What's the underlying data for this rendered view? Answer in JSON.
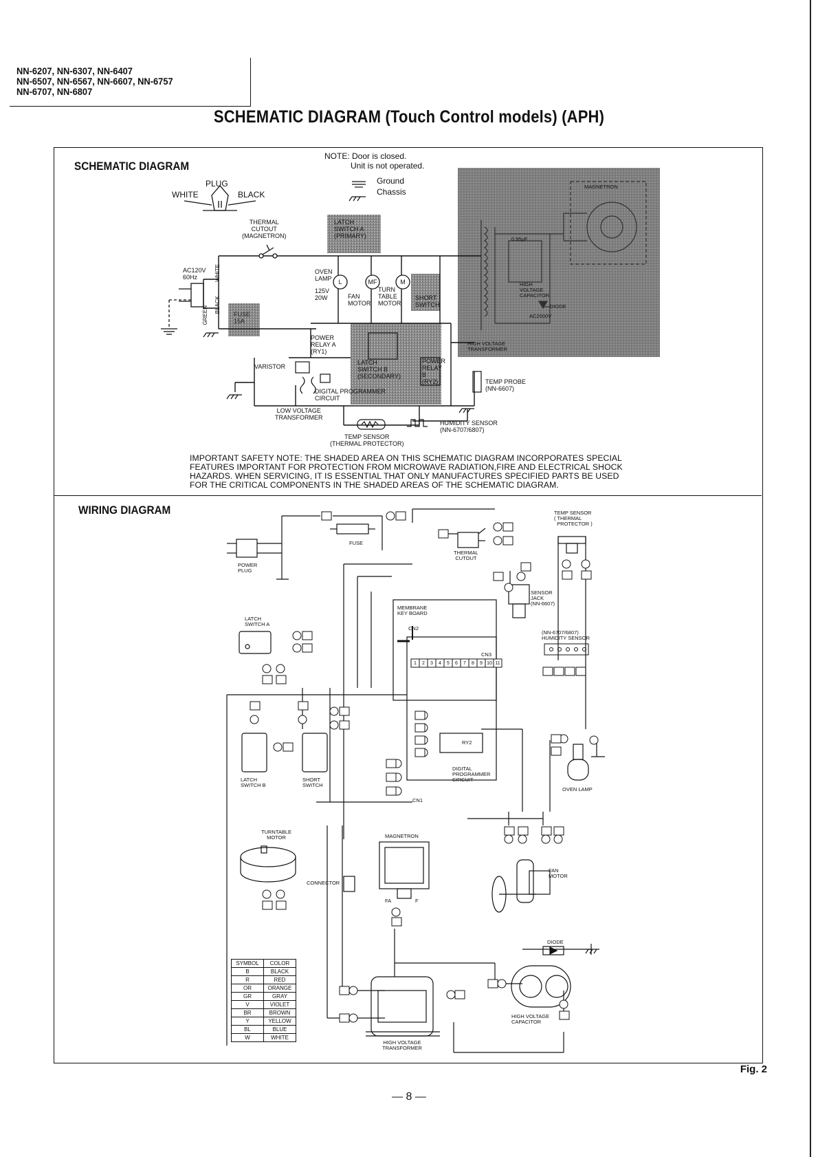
{
  "header": {
    "models_line1": "NN-6207, NN-6307, NN-6407",
    "models_line2": "NN-6507, NN-6567, NN-6607, NN-6757",
    "models_line3": "NN-6707, NN-6807",
    "title": "SCHEMATIC DIAGRAM (Touch Control models) (APH)"
  },
  "schematic": {
    "section_title": "SCHEMATIC DIAGRAM",
    "note_line1": "NOTE: Door is closed.",
    "note_line2": "Unit is not operated.",
    "ground": "Ground",
    "chassis": "Chassis",
    "plug": "PLUG",
    "white": "WHITE",
    "black": "BLACK",
    "thermal_cutout": "THERMAL\nCUTOUT\n(MAGNETRON)",
    "ac": "AC120V\n60Hz",
    "white_v": "WHITE",
    "black_v": "BLACK",
    "green_v": "GREEN",
    "fuse": "FUSE\n15A",
    "latch_a": "LATCH\nSWITCH A\n(PRIMARY)",
    "oven_lamp": "OVEN\nLAMP",
    "lamp_rating": "125V\n20W",
    "fan_motor": "FAN\nMOTOR",
    "turntable_motor": "TURN\nTABLE\nMOTOR",
    "short_switch": "SHORT\nSWITCH",
    "power_relay_a": "POWER\nRELAY A\n(RY1)",
    "varistor": "VARISTOR",
    "latch_b": "LATCH\nSWITCH B\n(SECONDARY)",
    "power_relay_b": "POWER\nRELAY\nB\n(RY2)",
    "digital_programmer": "DIGITAL PROGRAMMER\nCIRCUIT",
    "low_voltage_transformer": "LOW VOLTAGE\nTRANSFORMER",
    "temp_probe": "TEMP PROBE\n(NN-6607)",
    "temp_sensor": "TEMP SENSOR\n(THERMAL PROTECTOR)",
    "humidity_sensor": "HUMIDITY SENSOR\n(NN-6707/6807)",
    "magnetron": "MAGNETRON",
    "capacitor": "0.95μF",
    "hv_capacitor": "HIGH\nVOLTAGE\nCAPACITOR",
    "diode": "DIODE",
    "ac2000v": "AC2000V",
    "hv_transformer": "HIGH VOLTAGE\nTRANSFORMER",
    "safety_note": "IMPORTANT SAFETY NOTE: THE SHADED AREA ON THIS SCHEMATIC DIAGRAM INCORPORATES SPECIAL\nFEATURES IMPORTANT FOR PROTECTION FROM MICROWAVE RADIATION,FIRE AND ELECTRICAL SHOCK\nHAZARDS. WHEN SERVICING, IT IS ESSENTIAL THAT ONLY MANUFACTURES SPECIFIED PARTS BE USED\nFOR THE CRITICAL COMPONENTS IN THE SHADED AREAS OF THE SCHEMATIC DIAGRAM."
  },
  "wiring": {
    "section_title": "WIRING DIAGRAM",
    "fuse": "FUSE",
    "power_plug": "POWER\nPLUG",
    "thermal_cutout": "THERMAL\nCUTOUT",
    "temp_sensor": "TEMP SENSOR\n( THERMAL\n  PROTECTOR )",
    "sensor_jack": "SENSOR\nJACK\n(NN-6607)",
    "membrane": "MEMBRANE\nKEY BOARD",
    "cn2": "CN2",
    "cn3": "CN3",
    "cn1": "CN1",
    "ry2": "RY2",
    "humidity_sensor": "(NN-6707/6807)\nHUMIDITY SENSOR",
    "latch_a": "LATCH\nSWITCH A",
    "latch_b": "LATCH\nSWITCH B",
    "short_switch": "SHORT\nSWITCH",
    "digital_programmer": "DIGITAL\nPROGRAMMER\nCIRCUIT",
    "oven_lamp": "OVEN LAMP",
    "turntable_motor": "TURNTABLE\nMOTOR",
    "magnetron": "MAGNETRON",
    "connector": "CONNECTOR",
    "fan_motor": "FAN\nMOTOR",
    "fa": "FA",
    "f": "F",
    "diode": "DIODE",
    "hv_capacitor": "HIGH VOLTAGE\nCAPACITOR",
    "hv_transformer": "HIGH VOLTAGE\nTRANSFORMER",
    "cn3_pins": [
      "1",
      "2",
      "3",
      "4",
      "5",
      "6",
      "7",
      "8",
      "9",
      "10",
      "11"
    ],
    "legend_header": [
      "SYMBOL",
      "COLOR"
    ],
    "legend": [
      [
        "B",
        "BLACK"
      ],
      [
        "R",
        "RED"
      ],
      [
        "OR",
        "ORANGE"
      ],
      [
        "GR",
        "GRAY"
      ],
      [
        "V",
        "VIOLET"
      ],
      [
        "BR",
        "BROWN"
      ],
      [
        "Y",
        "YELLOW"
      ],
      [
        "BL",
        "BLUE"
      ],
      [
        "W",
        "WHITE"
      ]
    ]
  },
  "footer": {
    "fig": "Fig. 2",
    "page": "— 8 —"
  }
}
